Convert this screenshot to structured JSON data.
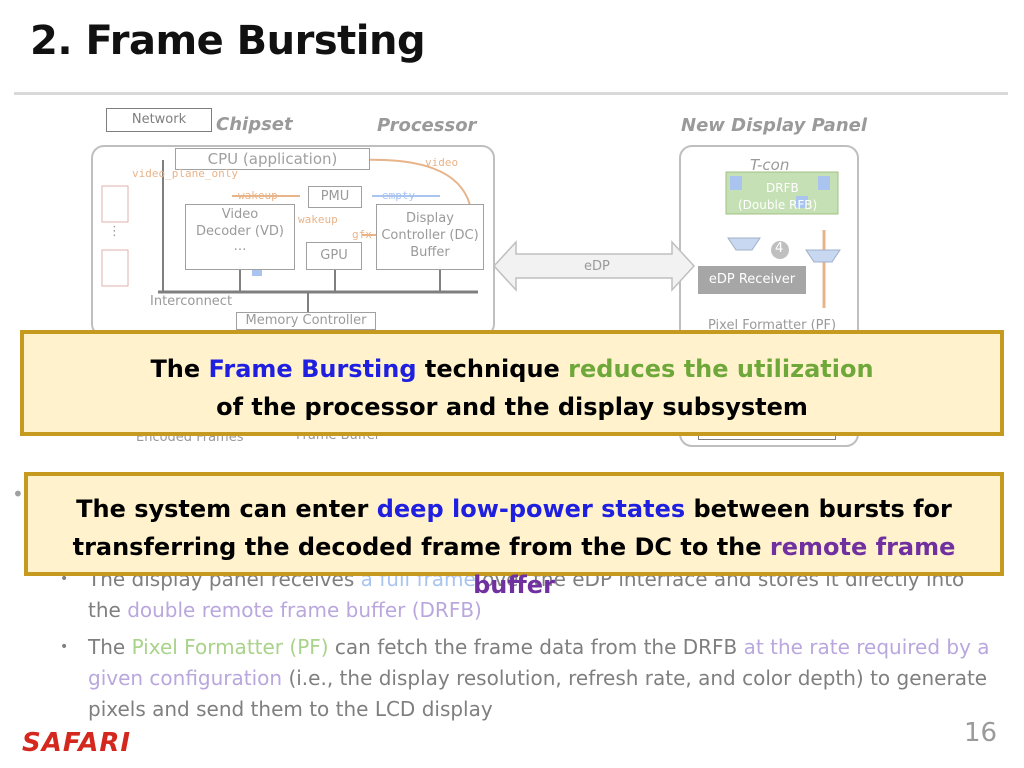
{
  "slide": {
    "title": "2. Frame Bursting",
    "footer_logo": "SAFARI",
    "page_number": "16"
  },
  "diagram": {
    "network": "Network",
    "chipset": "Chipset",
    "processor": "Processor",
    "new_display_panel": "New Display Panel",
    "cpu": "CPU (application)",
    "video_tag": "video",
    "video_plane_only": "video_plane_only",
    "wakeup1": "wakeup",
    "pmu": "PMU",
    "empty": "empty",
    "video_decoder_line1": "Video",
    "video_decoder_line2": "Decoder (VD)",
    "wakeup2": "wakeup",
    "gfx": "gfx",
    "display_controller_line1": "Display",
    "display_controller_line2": "Controller (DC)",
    "buffer": "Buffer",
    "gpu": "GPU",
    "edp": "eDP",
    "interconnect": "Interconnect",
    "memory_controller": "Memory Controller",
    "encoded_frames": "Encoded Frames",
    "frame_buffer": "Frame Buffer",
    "tcon": "T-con",
    "drfb_line1": "DRFB",
    "drfb_line2": "(Double RFB)",
    "step_four": "4",
    "edp_receiver": "eDP Receiver",
    "pixel_formatter": "Pixel Formatter (PF)",
    "ellipsis_vertical": "⋮",
    "ellipsis_h": "…"
  },
  "callouts": [
    {
      "pre": "The ",
      "hl1": "Frame Bursting",
      "mid": " technique ",
      "hl2": "reduces the utilization",
      "line2": "of the processor and the display subsystem"
    },
    {
      "pre": "The system can enter ",
      "hl1": "deep low-power states",
      "mid": " between bursts for",
      "line2_pre": "transferring the decoded frame from the DC to the ",
      "hl2": "remote frame buffer"
    }
  ],
  "bullets": [
    {
      "a": "The display panel receives ",
      "b": "a full frame",
      "c": " over the eDP interface and stores it directly into",
      "d": "the ",
      "e": "double remote frame buffer (DRFB)"
    },
    {
      "a": "The ",
      "b": "Pixel Formatter (PF)",
      "c": " can fetch the frame data from the DRFB ",
      "d": "at the rate required by a",
      "e": "given configuration",
      "f": " (i.e., the display resolution, refresh rate, and color depth) to generate",
      "g": "pixels and send them to the LCD display"
    }
  ],
  "colors": {
    "callout_bg": "#fff2cc",
    "callout_border": "#c59a1e",
    "blue": "#1f1fe0",
    "green": "#6fa83a",
    "purple": "#7030a0",
    "safari": "#d4281e"
  }
}
